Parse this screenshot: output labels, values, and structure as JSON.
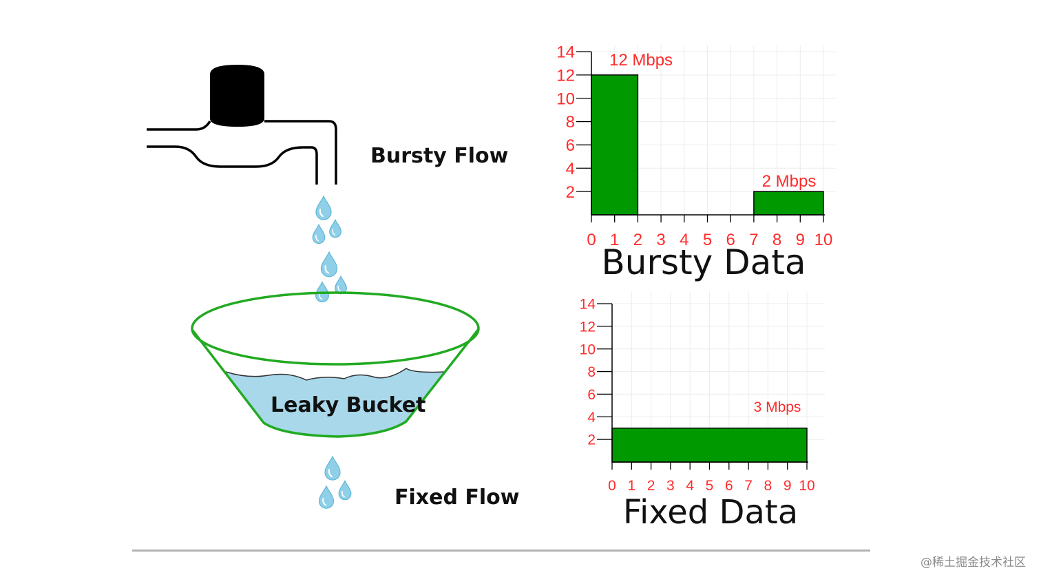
{
  "labels": {
    "bursty_flow": "Bursty Flow",
    "leaky_bucket": "Leaky Bucket",
    "fixed_flow": "Fixed Flow"
  },
  "watermark": "@稀土掘金技术社区",
  "colors": {
    "bar_fill": "#009900",
    "tick_text": "#ff2a2a",
    "bucket_outline": "#22aa22",
    "water": "#a8d8ea",
    "drop": "#8fd0e8"
  },
  "chart_data": [
    {
      "type": "bar",
      "title": "Bursty Data",
      "xlabel": "",
      "ylabel": "",
      "xlim": [
        0,
        10
      ],
      "ylim": [
        0,
        14
      ],
      "x_ticks": [
        0,
        1,
        2,
        3,
        4,
        5,
        6,
        7,
        8,
        9,
        10
      ],
      "y_ticks": [
        2,
        4,
        6,
        8,
        10,
        12,
        14
      ],
      "bars": [
        {
          "x_start": 0,
          "x_end": 2,
          "value": 12,
          "label": "12 Mbps"
        },
        {
          "x_start": 7,
          "x_end": 10,
          "value": 2,
          "label": "2 Mbps"
        }
      ],
      "grid": true
    },
    {
      "type": "bar",
      "title": "Fixed Data",
      "xlabel": "",
      "ylabel": "",
      "xlim": [
        0,
        10
      ],
      "ylim": [
        0,
        14
      ],
      "x_ticks": [
        0,
        1,
        2,
        3,
        4,
        5,
        6,
        7,
        8,
        9,
        10
      ],
      "y_ticks": [
        2,
        4,
        6,
        8,
        10,
        12,
        14
      ],
      "bars": [
        {
          "x_start": 0,
          "x_end": 10,
          "value": 3,
          "label": "3 Mbps"
        }
      ],
      "grid": true
    }
  ]
}
